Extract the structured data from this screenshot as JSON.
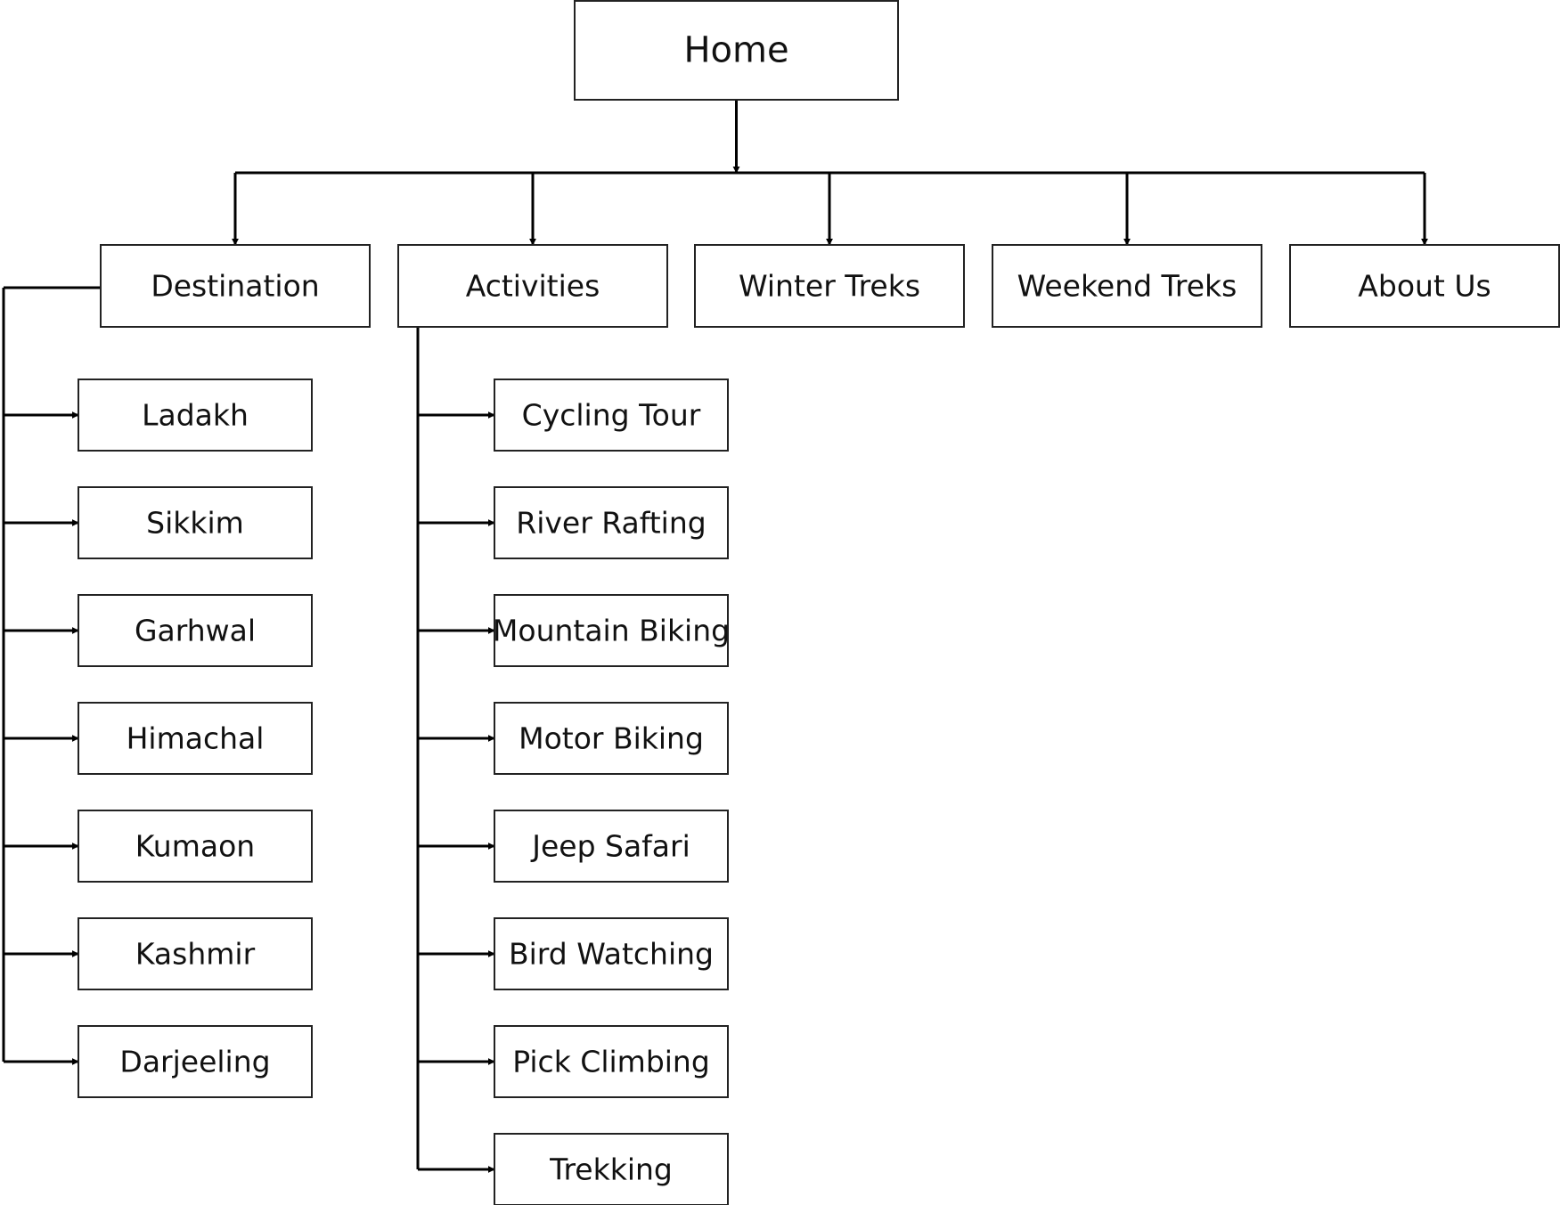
{
  "root": {
    "label": "Home"
  },
  "sections": [
    {
      "id": "destination",
      "label": "Destination",
      "children": [
        "Ladakh",
        "Sikkim",
        "Garhwal",
        "Himachal",
        "Kumaon",
        "Kashmir",
        "Darjeeling"
      ]
    },
    {
      "id": "activities",
      "label": "Activities",
      "children": [
        "Cycling Tour",
        "River Rafting",
        "Mountain Biking",
        "Motor Biking",
        "Jeep Safari",
        "Bird Watching",
        "Pick Climbing",
        "Trekking"
      ]
    },
    {
      "id": "winter-treks",
      "label": "Winter Treks",
      "children": []
    },
    {
      "id": "weekend-treks",
      "label": "Weekend Treks",
      "children": []
    },
    {
      "id": "about-us",
      "label": "About Us",
      "children": []
    }
  ],
  "colors": {
    "line": "#000000",
    "box_border": "#222222",
    "text": "#111111",
    "background": "#ffffff"
  }
}
